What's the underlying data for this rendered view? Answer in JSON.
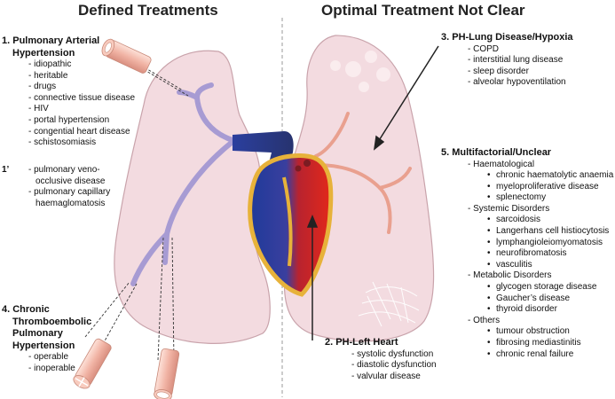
{
  "headers": {
    "left": "Defined Treatments",
    "right": "Optimal Treatment Not Clear"
  },
  "groups": {
    "pah": {
      "title_line1": "1. Pulmonary Arterial",
      "title_line2": "Hypertension",
      "items": [
        "idiopathic",
        "heritable",
        "drugs",
        "connective tissue disease",
        "HIV",
        "portal hypertension",
        "congential heart disease",
        "schistosomiasis"
      ]
    },
    "pvod": {
      "number": "1’",
      "items": [
        "pulmonary veno-",
        "occlusive disease",
        "pulmonary capillary",
        "haemaglomatosis"
      ]
    },
    "cteph": {
      "title_line1": "4. Chronic",
      "title_line2": "Thromboembolic",
      "title_line3": "Pulmonary",
      "title_line4": "Hypertension",
      "items": [
        "operable",
        "inoperable"
      ]
    },
    "lung": {
      "title": "3. PH-Lung Disease/Hypoxia",
      "items": [
        "COPD",
        "interstitial lung disease",
        "sleep disorder",
        "alveolar hypoventilation"
      ]
    },
    "left_heart": {
      "title": "2. PH-Left Heart",
      "items": [
        "systolic dysfunction",
        "diastolic dysfunction",
        "valvular disease"
      ]
    },
    "multifactorial": {
      "title": "5. Multifactorial/Unclear",
      "cat1": "Haematological",
      "cat1_items": [
        "chronic haematolytic anaemia",
        "myeloproliferative disease",
        "splenectomy"
      ],
      "cat2": "Systemic Disorders",
      "cat2_items": [
        "sarcoidosis",
        "Langerhans cell histiocytosis",
        "lymphangioleiomyomatosis",
        "neurofibromatosis",
        "vasculitis"
      ],
      "cat3": "Metabolic Disorders",
      "cat3_items": [
        "glycogen storage disease",
        "Gaucher’s disease",
        "thyroid disorder"
      ],
      "cat4": "Others",
      "cat4_items": [
        "tumour obstruction",
        "fibrosing mediastinitis",
        "chronic renal failure"
      ]
    }
  },
  "colors": {
    "lung_fill": "#f3dbe0",
    "lung_stroke": "#c9a3ab",
    "vessel": "#a79bd3",
    "artery_blue": "#2a3c8c",
    "heart_red": "#d9261c",
    "heart_outline": "#e7b23a",
    "vessel_tube": "#f4c3b8"
  }
}
